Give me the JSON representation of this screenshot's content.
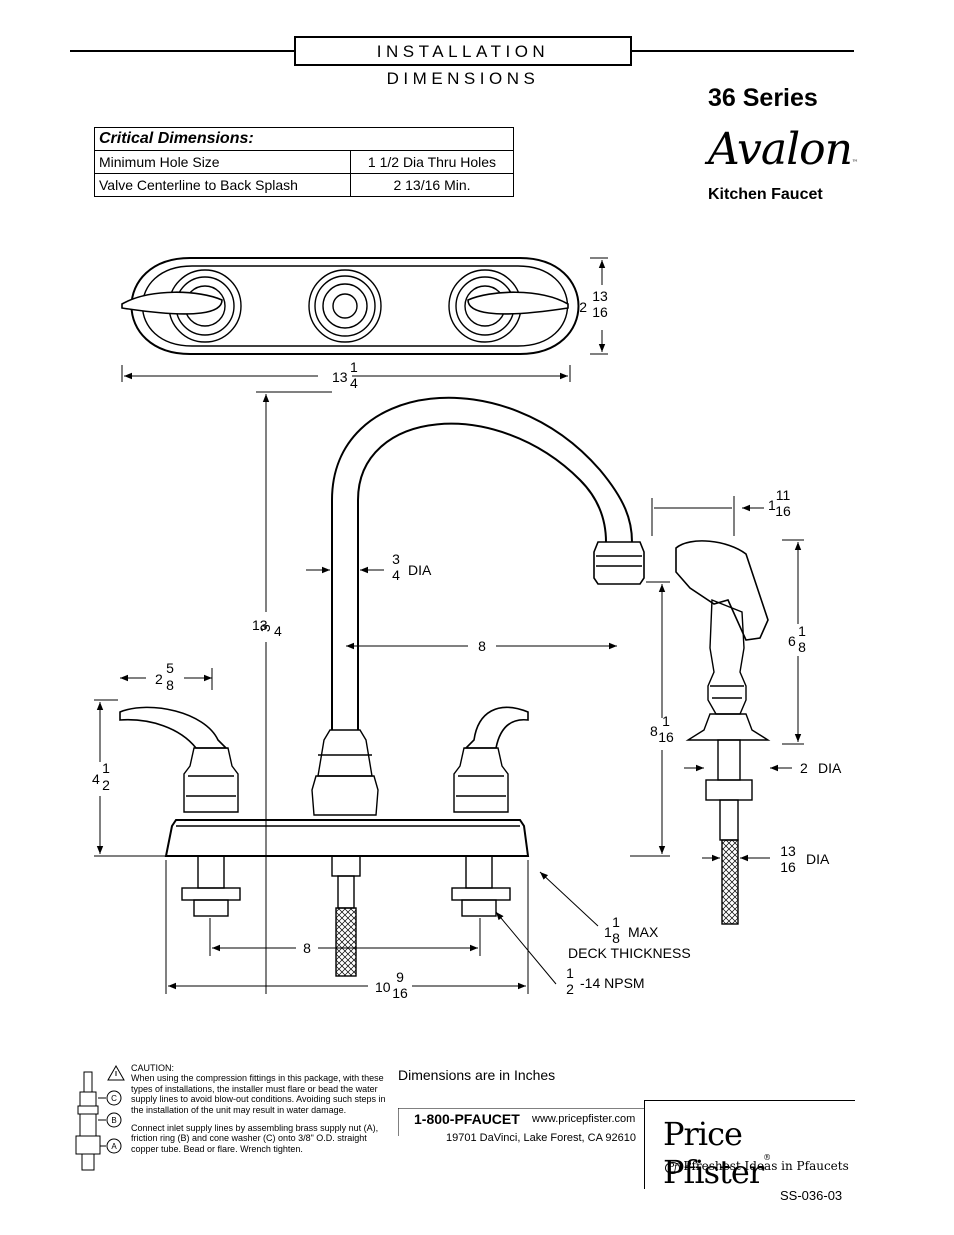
{
  "header": {
    "title": "INSTALLATION DIMENSIONS"
  },
  "product": {
    "series": "36 Series",
    "brand_script": "Avalon",
    "brand_tm": "™",
    "type": "Kitchen Faucet"
  },
  "critical_table": {
    "heading": "Critical Dimensions:",
    "rows": [
      {
        "label": "Minimum Hole Size",
        "value": "1 1/2 Dia Thru Holes"
      },
      {
        "label": "Valve Centerline to Back Splash",
        "value": "2 13/16 Min."
      }
    ]
  },
  "dimensions": {
    "plate_height": {
      "whole": "2",
      "num": "13",
      "den": "16"
    },
    "plate_width": {
      "whole": "13",
      "num": "1",
      "den": "4"
    },
    "spout_height": {
      "whole": "13",
      "num": "3",
      "den": "4"
    },
    "spout_dia": {
      "num": "3",
      "den": "4",
      "suffix": "DIA"
    },
    "spout_reach": {
      "whole": "8"
    },
    "handle_offset": {
      "whole": "2",
      "num": "5",
      "den": "8"
    },
    "handle_height": {
      "whole": "4",
      "num": "1",
      "den": "2"
    },
    "spout_clearance": {
      "whole": "8",
      "num": "1",
      "den": "16"
    },
    "sprayer_head": {
      "whole": "1",
      "num": "11",
      "den": "16"
    },
    "sprayer_length": {
      "whole": "6",
      "num": "1",
      "den": "8"
    },
    "sprayer_dia": {
      "whole": "2",
      "suffix": "DIA"
    },
    "sprayer_hose_dia": {
      "num": "13",
      "den": "16",
      "suffix": "DIA"
    },
    "centers": {
      "whole": "8"
    },
    "overall_base": {
      "whole": "10",
      "num": "9",
      "den": "16"
    },
    "deck": {
      "whole": "1",
      "num": "1",
      "den": "8",
      "suffix": "MAX",
      "line2": "DECK THICKNESS"
    },
    "thread": {
      "num": "1",
      "den": "2",
      "suffix": "-14 NPSM"
    }
  },
  "caution": {
    "title": "CAUTION:",
    "para1": "When using the compression fittings in this package, with these types of installations, the installer must flare or bead the water supply lines to avoid blow-out conditions. Avoiding such steps in the installation of the unit may result in water damage.",
    "para2": "Connect inlet supply lines by assembling brass supply nut (A), friction ring (B) and cone washer (C) onto 3/8\" O.D. straight copper tube. Bead or flare. Wrench tighten.",
    "labels": [
      "C",
      "B",
      "A"
    ]
  },
  "footer": {
    "units_note": "Dimensions are in Inches",
    "phone": "1-800-PFAUCET",
    "website": "www.pricepfister.com",
    "address": "19701 DaVinci, Lake Forest, CA  92610",
    "logo": "Price Pfister",
    "logo_reg": "®",
    "tagline": "Pfreshest Ideas in Pfaucets",
    "tag_mark": "Pf",
    "doc_number": "SS-036-03"
  }
}
